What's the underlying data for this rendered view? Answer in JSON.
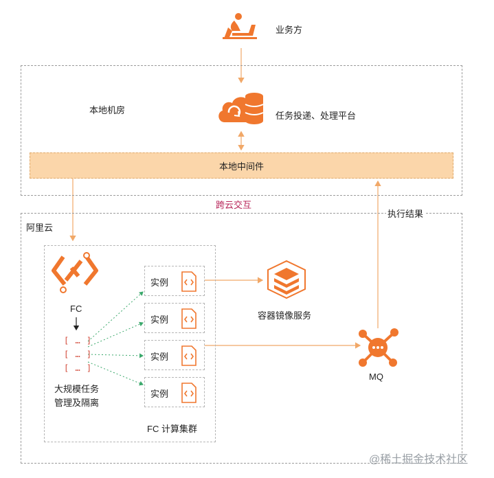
{
  "business_side": "业务方",
  "local_room": "本地机房",
  "task_platform": "任务投递、处理平台",
  "local_middleware": "本地中间件",
  "cross_cloud": "跨云交互",
  "exec_result": "执行结果",
  "aliyun": "阿里云",
  "fc": "FC",
  "brackets": [
    "[ … ]",
    "[ … ]",
    "[ … ]"
  ],
  "large_scale": [
    "大规模任务",
    "管理及隔离"
  ],
  "instances": [
    "实例",
    "实例",
    "实例",
    "实例"
  ],
  "fc_cluster": "FC 计算集群",
  "container_registry": "容器镜像服务",
  "mq": "MQ",
  "watermark": "@稀土掘金技术社区",
  "colors": {
    "accent": "#f0772e",
    "arrow": "#f1a868",
    "cross_cloud_text": "#b8265a",
    "dotted_link": "#3aa86b"
  }
}
